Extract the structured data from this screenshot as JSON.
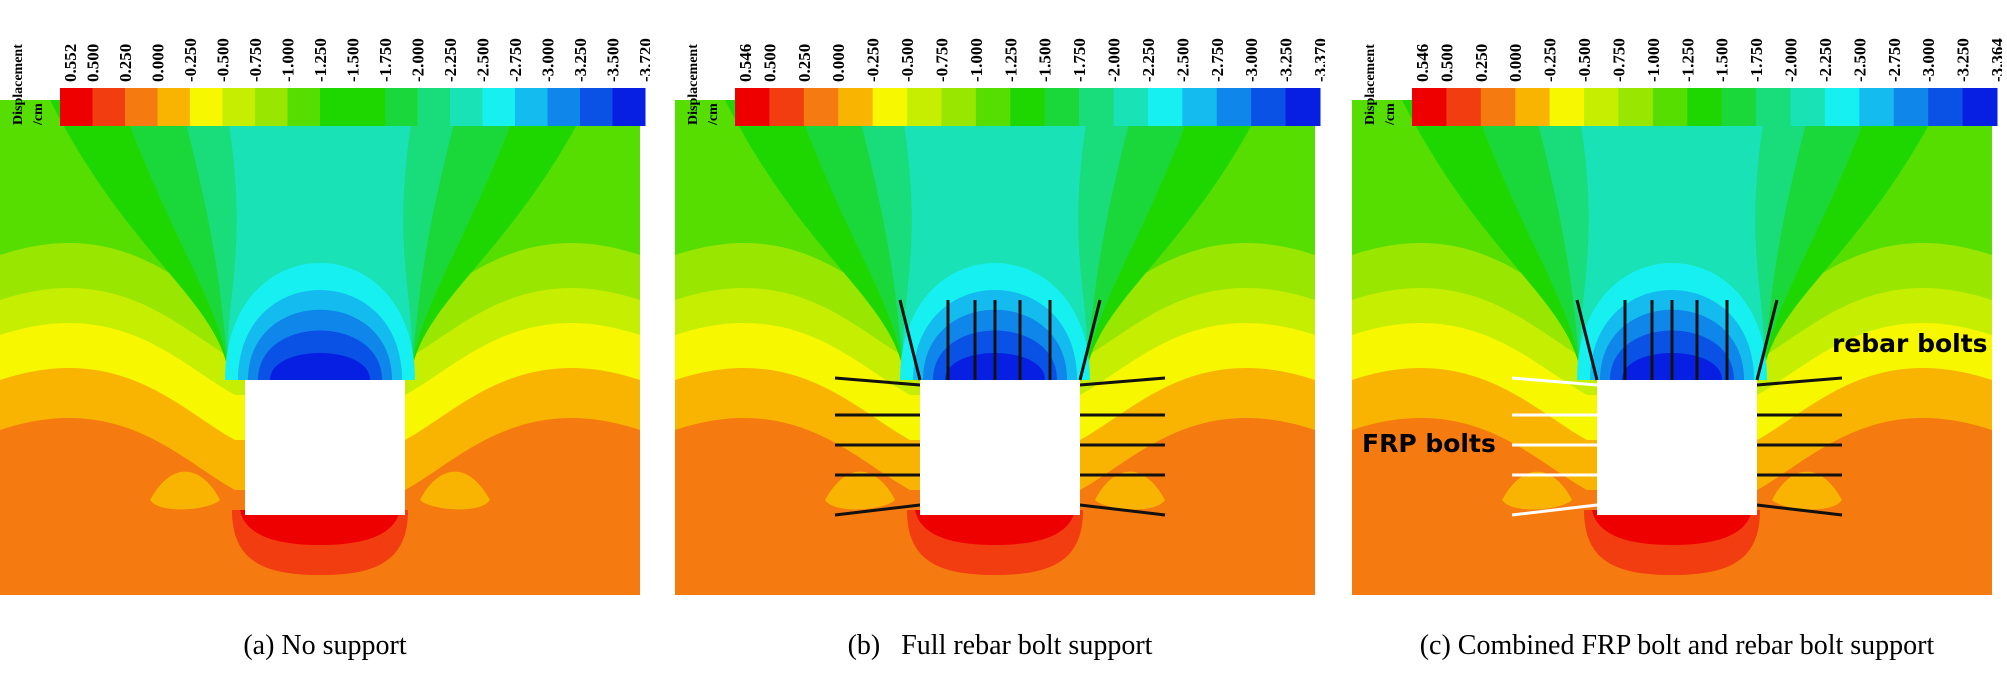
{
  "legend": {
    "title_line1": "Displacement",
    "title_line2": "/cm",
    "colors": [
      "#ef0000",
      "#f23d10",
      "#f57a10",
      "#f8b400",
      "#f7f700",
      "#c6ee00",
      "#99e600",
      "#55de00",
      "#1fd700",
      "#1ad83a",
      "#19dd7a",
      "#1ae2b7",
      "#17f0f0",
      "#13bbee",
      "#0e86ea",
      "#0a52e6",
      "#061fe2"
    ]
  },
  "panels": [
    {
      "id": "a",
      "caption": "(a) No support",
      "ticks": [
        "0.552",
        "0.500",
        "0.250",
        "0.000",
        "-0.250",
        "-0.500",
        "-0.750",
        "-1.000",
        "-1.250",
        "-1.500",
        "-1.750",
        "-2.000",
        "-2.250",
        "-2.500",
        "-2.750",
        "-3.000",
        "-3.250",
        "-3.500",
        "-3.720"
      ],
      "support": "none"
    },
    {
      "id": "b",
      "caption": "(b)   Full rebar bolt support",
      "ticks": [
        "0.546",
        "0.500",
        "0.250",
        "0.000",
        "-0.250",
        "-0.500",
        "-0.750",
        "-1.000",
        "-1.250",
        "-1.500",
        "-1.750",
        "-2.000",
        "-2.250",
        "-2.500",
        "-2.750",
        "-3.000",
        "-3.250",
        "-3.370"
      ],
      "support": "rebar"
    },
    {
      "id": "c",
      "caption": "(c) Combined FRP bolt and rebar bolt support",
      "ticks": [
        "0.546",
        "0.500",
        "0.250",
        "0.000",
        "-0.250",
        "-0.500",
        "-0.750",
        "-1.000",
        "-1.250",
        "-1.500",
        "-1.750",
        "-2.000",
        "-2.250",
        "-2.500",
        "-2.750",
        "-3.000",
        "-3.250",
        "-3.364"
      ],
      "support": "combined",
      "label_rebar": "rebar bolts",
      "label_frp": "FRP bolts"
    }
  ]
}
